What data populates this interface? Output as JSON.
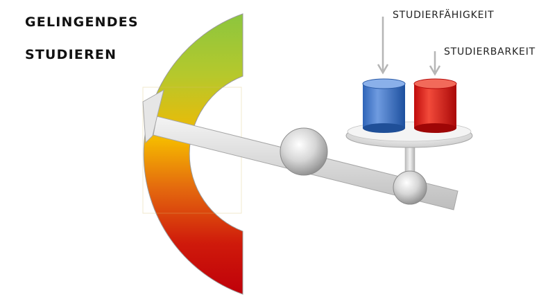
{
  "title": {
    "line1": "GELINGENDES",
    "line2": "STUDIEREN"
  },
  "labels": {
    "studierfaehigkeit": "STUDIERFÄHIGKEIT",
    "studierbarkeit": "STUDIERBARKEIT"
  },
  "gauge": {
    "colors": [
      "#8dc63f",
      "#f5b400",
      "#e06a10",
      "#c0000b"
    ]
  },
  "cylinders": {
    "studierfaehigkeit_color": "#3b7ad0",
    "studierbarkeit_color": "#e11a1a"
  }
}
